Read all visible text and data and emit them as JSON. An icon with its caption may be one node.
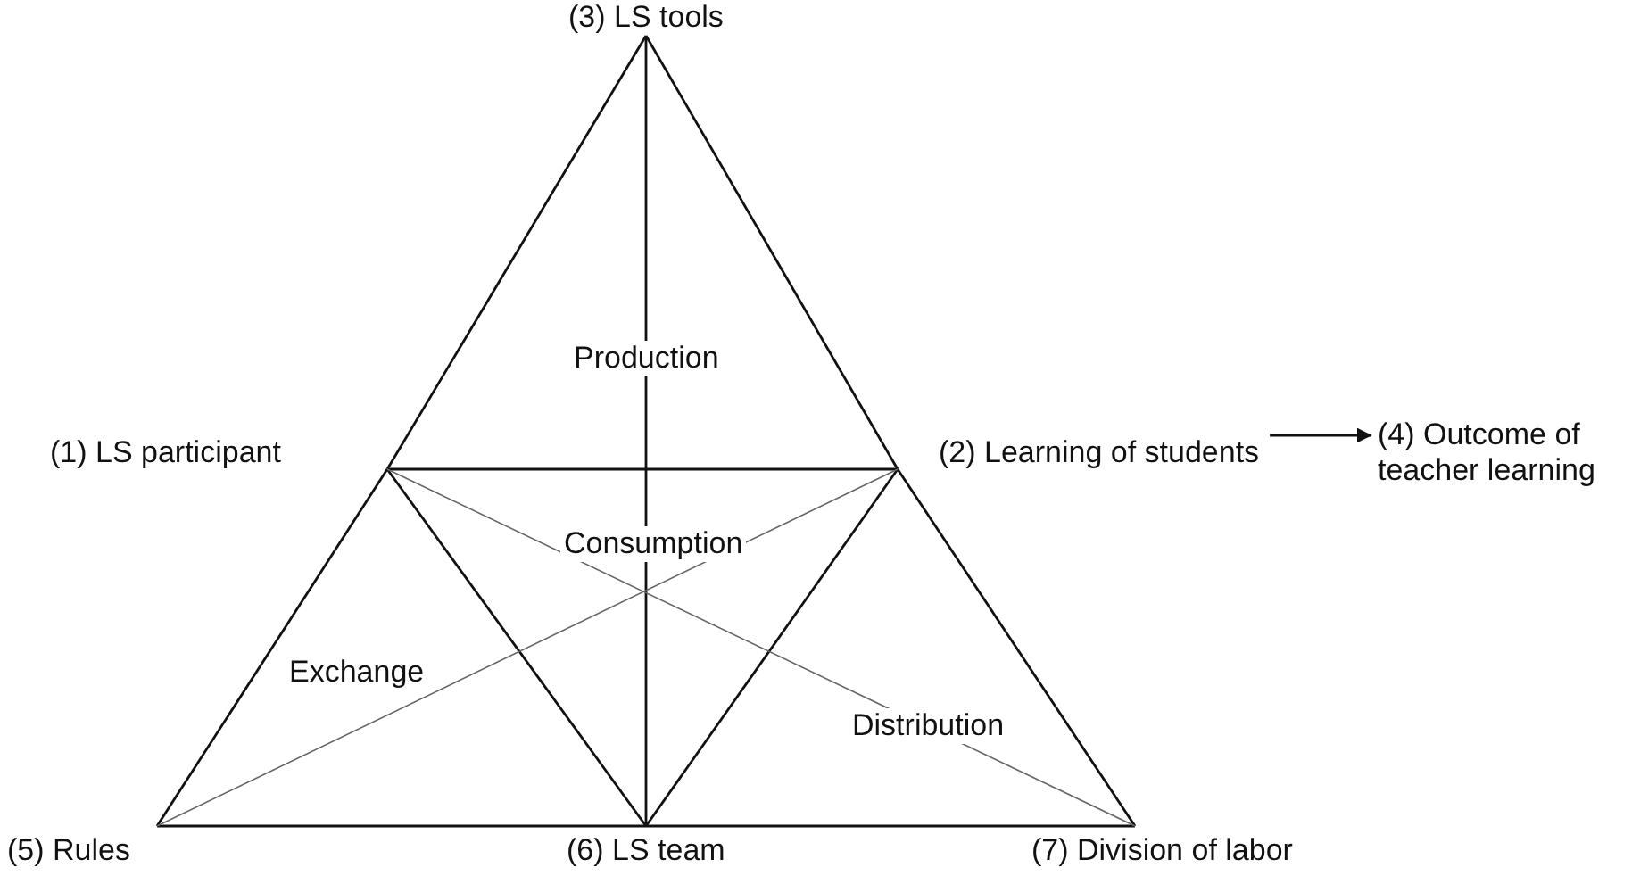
{
  "diagram": {
    "nodes": [
      {
        "text": [
          "(1) LS participant"
        ]
      },
      {
        "text": [
          "(2) Learning of students"
        ]
      },
      {
        "text": [
          "(3) LS tools"
        ]
      },
      {
        "text": [
          "(4) Outcome of teacher learning"
        ]
      },
      {
        "text": [
          "(5) Rules"
        ]
      },
      {
        "text": [
          "(6) LS team"
        ]
      },
      {
        "text": [
          "(7) Division of labor"
        ]
      }
    ],
    "edges": [
      {
        "from": 2,
        "to": 0,
        "arrow": "none"
      },
      {
        "from": 0,
        "to": 4,
        "arrow": "none"
      },
      {
        "from": 2,
        "to": 1,
        "arrow": "none"
      },
      {
        "from": 1,
        "to": 6,
        "arrow": "none"
      },
      {
        "from": 4,
        "to": 5,
        "arrow": "none"
      },
      {
        "from": 5,
        "to": 6,
        "arrow": "none"
      },
      {
        "from": 0,
        "to": 1,
        "arrow": "none"
      },
      {
        "from": 0,
        "to": 5,
        "arrow": "none"
      },
      {
        "from": 1,
        "to": 5,
        "arrow": "none"
      },
      {
        "from": 2,
        "to": 5,
        "arrow": "none"
      },
      {
        "from": 0,
        "to": 6,
        "arrow": "none"
      },
      {
        "from": 1,
        "to": 4,
        "arrow": "none"
      },
      {
        "from": 1,
        "to": 3,
        "arrow": "to"
      }
    ],
    "labels": [
      "Production",
      "Consumption",
      "Exchange",
      "Distribution"
    ]
  }
}
